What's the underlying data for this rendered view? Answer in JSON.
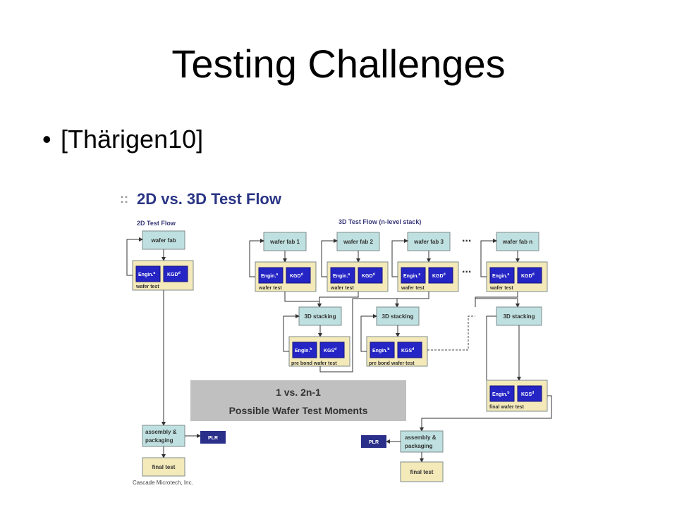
{
  "slide": {
    "title": "Testing Challenges",
    "bullet": "[Thärigen10]"
  },
  "figure": {
    "heading_marker": "::",
    "heading": "2D vs. 3D Test Flow",
    "flow_2d_label": "2D Test Flow",
    "flow_3d_label": "3D Test Flow (n-level stack)",
    "wafer_fab": "wafer fab",
    "wafer_fab_1": "wafer fab 1",
    "wafer_fab_2": "wafer fab 2",
    "wafer_fab_3": "wafer fab 3",
    "wafer_fab_n": "wafer fab n",
    "ellipsis": "...",
    "engin_a": "Engin.",
    "engin_a_sup": "a",
    "engin_b": "Engin.",
    "engin_b_sup": "b",
    "kgd": "KGD",
    "kgd_sup": "d",
    "kgs": "KGS",
    "kgs_sup": "d",
    "wafer_test": "wafer test",
    "stacking": "3D stacking",
    "pre_bond_wafer_test": "pre bond wafer test",
    "final_wafer_test": "final  wafer test",
    "assembly_line1": "assembly &",
    "assembly_line2": "packaging",
    "plr": "PLR",
    "final_test": "final test",
    "comparison_line1": "1  vs.  2n-1",
    "comparison_line2": "Possible Wafer Test Moments",
    "credit": "Cascade Microtech, Inc.",
    "colors": {
      "fab_box": "#bfe0e0",
      "test_box": "#f3e9b9",
      "blue_box": "#2525c5",
      "plr_box": "#2a2f8a",
      "comparison_box": "#c0c0c0",
      "heading": "#2a3585"
    }
  }
}
